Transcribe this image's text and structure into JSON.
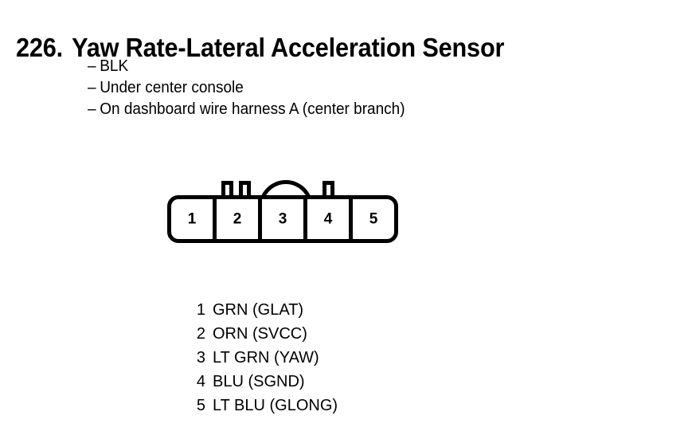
{
  "title": {
    "number": "226.",
    "text": "Yaw Rate-Lateral Acceleration Sensor"
  },
  "description": {
    "dash": "–",
    "lines": [
      {
        "text": "BLK"
      },
      {
        "text": "Under center console"
      },
      {
        "text": "On dashboard wire harness A (center branch)"
      }
    ]
  },
  "connector": {
    "cells": [
      {
        "label": "1"
      },
      {
        "label": "2"
      },
      {
        "label": "3"
      },
      {
        "label": "4"
      },
      {
        "label": "5"
      }
    ],
    "tabs": [
      {
        "name": "latch-tab-1"
      },
      {
        "name": "latch-tab-2"
      },
      {
        "name": "latch-tab-3"
      }
    ],
    "arch": {
      "name": "latch-arch"
    }
  },
  "pin_legend": [
    {
      "pin": "1",
      "wire": "GRN (GLAT)"
    },
    {
      "pin": "2",
      "wire": "ORN (SVCC)"
    },
    {
      "pin": "3",
      "wire": "LT GRN (YAW)"
    },
    {
      "pin": "4",
      "wire": "BLU (SGND)"
    },
    {
      "pin": "5",
      "wire": "LT BLU (GLONG)"
    }
  ],
  "colors": {
    "ink": "#000000",
    "background": "#ffffff"
  }
}
